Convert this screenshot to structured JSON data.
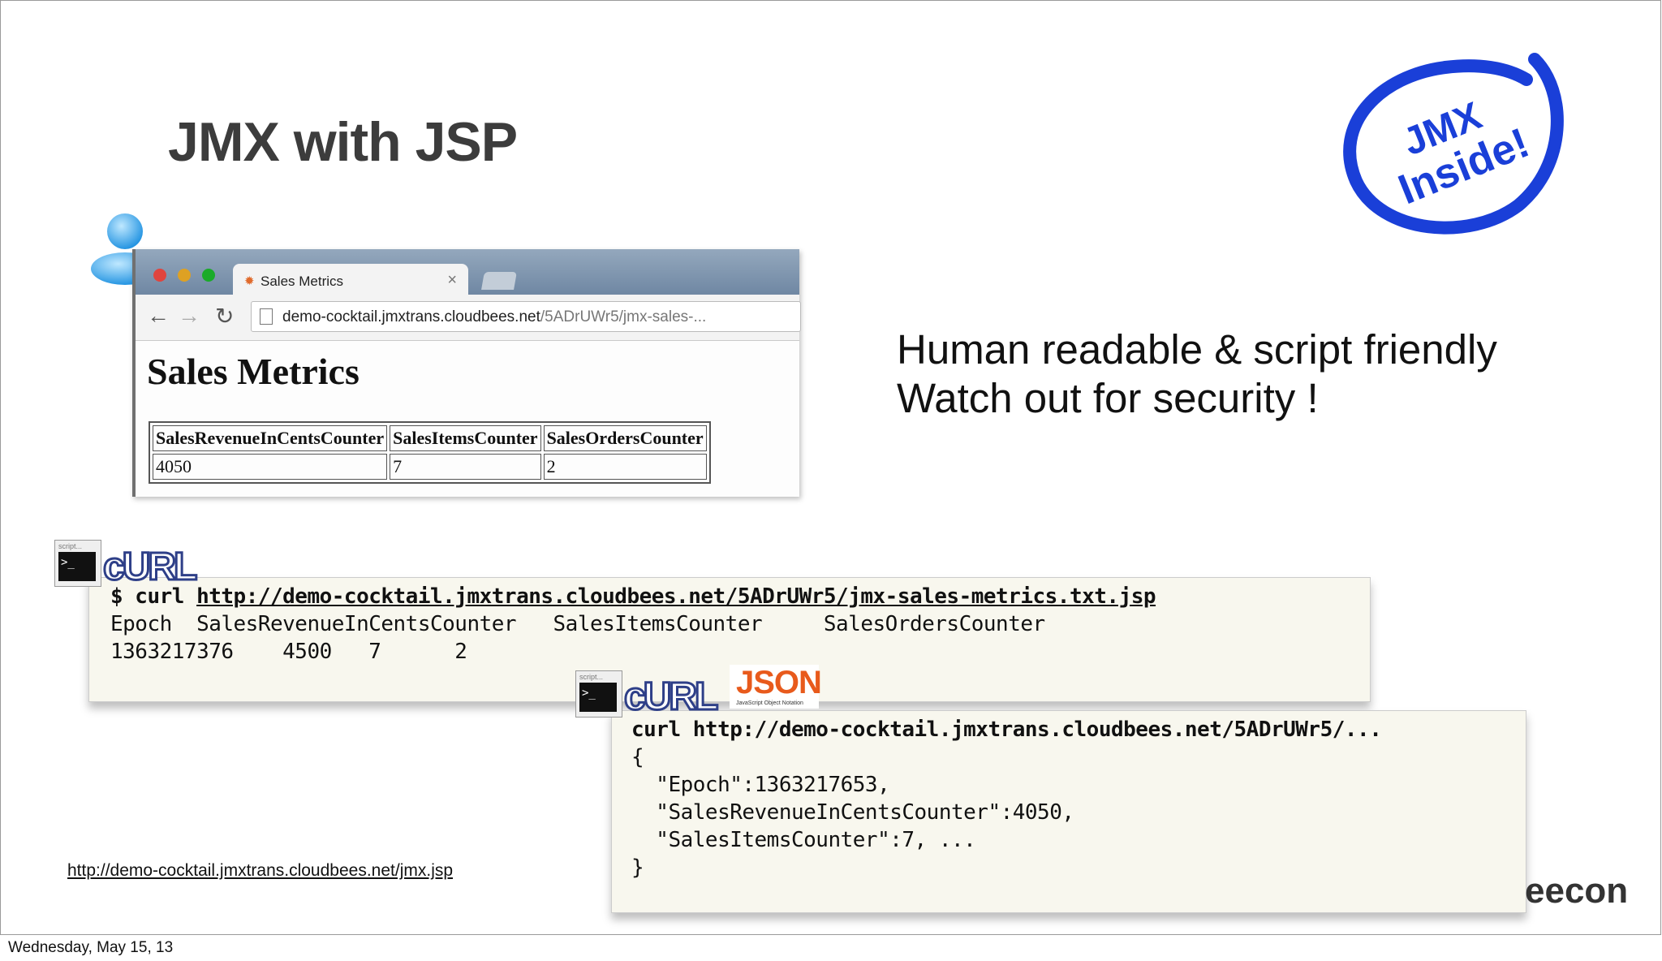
{
  "slide": {
    "title": "JMX with JSP",
    "notes": [
      "Human readable & script friendly",
      "Watch out for security !"
    ],
    "logo": {
      "line1": "JMX",
      "line2": "Inside!",
      "color": "#1a3fd8"
    },
    "footer_link": "http://demo-cocktail.jmxtrans.cloudbees.net/jmx.jsp",
    "brand_text": "eecon",
    "date": "Wednesday, May 15, 13"
  },
  "browser": {
    "tab_title": "Sales Metrics",
    "tab_close": "×",
    "url_host": "demo-cocktail.jmxtrans.cloudbees.net",
    "url_path": "/5ADrUWr5/jmx-sales-...",
    "page_heading": "Sales Metrics",
    "table": {
      "headers": [
        "SalesRevenueInCentsCounter",
        "SalesItemsCounter",
        "SalesOrdersCounter"
      ],
      "row": [
        "4050",
        "7",
        "2"
      ]
    },
    "icons": {
      "back": "back-arrow-icon",
      "forward": "forward-arrow-icon",
      "reload": "reload-icon",
      "page": "page-icon"
    },
    "traffic_light_colors": [
      "#e0443e",
      "#dea123",
      "#1aab29"
    ]
  },
  "terminal_icon": {
    "label": "script...",
    "prompt": ">_"
  },
  "curl_label": "cURL",
  "txt_example": {
    "prompt": "$ curl ",
    "url": "http://demo-cocktail.jmxtrans.cloudbees.net/5ADrUWr5/jmx-sales-metrics.txt.jsp",
    "header_line": "Epoch  SalesRevenueInCentsCounter   SalesItemsCounter     SalesOrdersCounter",
    "value_line": "1363217376    4500   7      2"
  },
  "json_logo": {
    "title": "JSON",
    "subtitle": "JavaScript Object Notation"
  },
  "json_example": {
    "command": "curl http://demo-cocktail.jmxtrans.cloudbees.net/5ADrUWr5/...",
    "lines": [
      "{",
      "  \"Epoch\":1363217653,",
      "  \"SalesRevenueInCentsCounter\":4050,",
      "  \"SalesItemsCounter\":7, ...",
      "}"
    ]
  }
}
